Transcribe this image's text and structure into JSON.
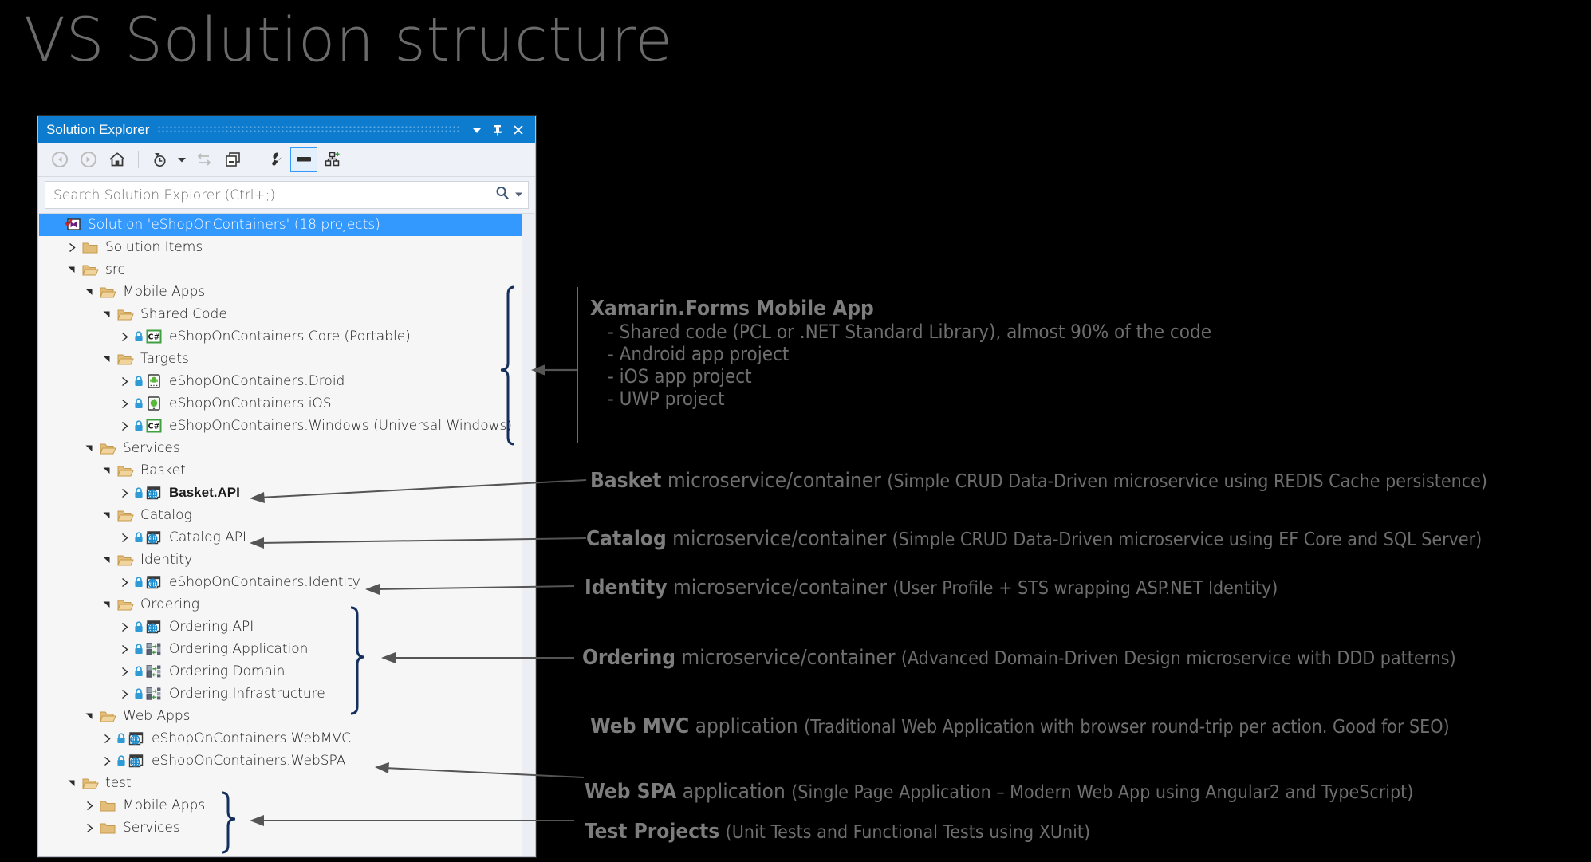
{
  "slide": {
    "title": "VS Solution structure"
  },
  "colors": {
    "titlebar": "#0d7bce",
    "selection": "#3399ff",
    "panel_bg": "#f6f6f7",
    "annotation_text": "#6e6e6e",
    "bracket": "#16305e",
    "arrow": "#555555",
    "folder": "#e3bd7a",
    "lock": "#2f9bd6",
    "csharp": "#3f9f41"
  },
  "window": {
    "title": "Solution Explorer",
    "title_buttons": [
      {
        "name": "dropdown",
        "glyph": "▾"
      },
      {
        "name": "pin",
        "glyph": "pin"
      },
      {
        "name": "close",
        "glyph": "✕"
      }
    ],
    "toolbar": [
      {
        "name": "back-button",
        "icon": "arrow-left-circle-icon",
        "enabled": false
      },
      {
        "name": "forward-button",
        "icon": "arrow-right-circle-icon",
        "enabled": false
      },
      {
        "name": "home-button",
        "icon": "home-icon",
        "enabled": true
      },
      {
        "name": "separator-1",
        "icon": "separator",
        "enabled": false
      },
      {
        "name": "pending-changes-button",
        "icon": "clock-filter-icon",
        "enabled": true
      },
      {
        "name": "pending-changes-dropdown",
        "icon": "chevron-down-icon",
        "enabled": true
      },
      {
        "name": "sync-with-active-document-button",
        "icon": "sync-arrows-icon",
        "enabled": false
      },
      {
        "name": "collapse-all-button",
        "icon": "collapse-all-icon",
        "enabled": true
      },
      {
        "name": "separator-2",
        "icon": "separator",
        "enabled": false
      },
      {
        "name": "properties-button",
        "icon": "wrench-icon",
        "enabled": true
      },
      {
        "name": "preview-selected-items-button",
        "icon": "preview-pane-icon",
        "enabled": true,
        "selected": true
      },
      {
        "name": "show-all-files-button",
        "icon": "show-all-files-icon",
        "enabled": true
      }
    ],
    "search": {
      "placeholder": "Search Solution Explorer (Ctrl+;)",
      "icon": "search-icon",
      "dropdown_icon": "chevron-down-icon"
    }
  },
  "tree": [
    {
      "depth": 0,
      "label": "Solution 'eShopOnContainers' (18 projects)",
      "icon": "visual-studio-solution-icon",
      "chev": "none",
      "selected": true,
      "lock": false,
      "bold": false
    },
    {
      "depth": 1,
      "label": "Solution Items",
      "icon": "folder-closed-icon",
      "chev": "collapsed",
      "lock": false,
      "bold": false
    },
    {
      "depth": 1,
      "label": "src",
      "icon": "folder-open-icon",
      "chev": "expanded",
      "lock": false,
      "bold": false
    },
    {
      "depth": 2,
      "label": "Mobile Apps",
      "icon": "folder-open-icon",
      "chev": "expanded",
      "lock": false,
      "bold": false
    },
    {
      "depth": 3,
      "label": "Shared Code",
      "icon": "folder-open-icon",
      "chev": "expanded",
      "lock": false,
      "bold": false
    },
    {
      "depth": 4,
      "label": "eShopOnContainers.Core (Portable)",
      "icon": "csharp-project-icon",
      "chev": "collapsed",
      "lock": true,
      "bold": false
    },
    {
      "depth": 3,
      "label": "Targets",
      "icon": "folder-open-icon",
      "chev": "expanded",
      "lock": false,
      "bold": false
    },
    {
      "depth": 4,
      "label": "eShopOnContainers.Droid",
      "icon": "android-project-icon",
      "chev": "collapsed",
      "lock": true,
      "bold": false
    },
    {
      "depth": 4,
      "label": "eShopOnContainers.iOS",
      "icon": "ios-project-icon",
      "chev": "collapsed",
      "lock": true,
      "bold": false
    },
    {
      "depth": 4,
      "label": "eShopOnContainers.Windows (Universal Windows)",
      "icon": "csharp-project-icon",
      "chev": "collapsed",
      "lock": true,
      "bold": false
    },
    {
      "depth": 2,
      "label": "Services",
      "icon": "folder-open-icon",
      "chev": "expanded",
      "lock": false,
      "bold": false
    },
    {
      "depth": 3,
      "label": "Basket",
      "icon": "folder-open-icon",
      "chev": "expanded",
      "lock": false,
      "bold": false
    },
    {
      "depth": 4,
      "label": "Basket.API",
      "icon": "web-project-icon",
      "chev": "collapsed",
      "lock": true,
      "bold": true
    },
    {
      "depth": 3,
      "label": "Catalog",
      "icon": "folder-open-icon",
      "chev": "expanded",
      "lock": false,
      "bold": false
    },
    {
      "depth": 4,
      "label": "Catalog.API",
      "icon": "web-project-icon",
      "chev": "collapsed",
      "lock": true,
      "bold": false
    },
    {
      "depth": 3,
      "label": "Identity",
      "icon": "folder-open-icon",
      "chev": "expanded",
      "lock": false,
      "bold": false
    },
    {
      "depth": 4,
      "label": "eShopOnContainers.Identity",
      "icon": "web-project-icon",
      "chev": "collapsed",
      "lock": true,
      "bold": false
    },
    {
      "depth": 3,
      "label": "Ordering",
      "icon": "folder-open-icon",
      "chev": "expanded",
      "lock": false,
      "bold": false
    },
    {
      "depth": 4,
      "label": "Ordering.API",
      "icon": "web-project-icon",
      "chev": "collapsed",
      "lock": true,
      "bold": false
    },
    {
      "depth": 4,
      "label": "Ordering.Application",
      "icon": "class-library-icon",
      "chev": "collapsed",
      "lock": true,
      "bold": false
    },
    {
      "depth": 4,
      "label": "Ordering.Domain",
      "icon": "class-library-icon",
      "chev": "collapsed",
      "lock": true,
      "bold": false
    },
    {
      "depth": 4,
      "label": "Ordering.Infrastructure",
      "icon": "class-library-icon",
      "chev": "collapsed",
      "lock": true,
      "bold": false
    },
    {
      "depth": 2,
      "label": "Web Apps",
      "icon": "folder-open-icon",
      "chev": "expanded",
      "lock": false,
      "bold": false
    },
    {
      "depth": 3,
      "label": "eShopOnContainers.WebMVC",
      "icon": "web-project-icon",
      "chev": "collapsed",
      "lock": true,
      "bold": false
    },
    {
      "depth": 3,
      "label": "eShopOnContainers.WebSPA",
      "icon": "web-project-icon",
      "chev": "collapsed",
      "lock": true,
      "bold": false
    },
    {
      "depth": 1,
      "label": "test",
      "icon": "folder-open-icon",
      "chev": "expanded",
      "lock": false,
      "bold": false
    },
    {
      "depth": 2,
      "label": "Mobile Apps",
      "icon": "folder-closed-icon",
      "chev": "collapsed",
      "lock": false,
      "bold": false
    },
    {
      "depth": 2,
      "label": "Services",
      "icon": "folder-closed-icon",
      "chev": "collapsed",
      "lock": false,
      "bold": false
    }
  ],
  "annotations": {
    "xamarin": {
      "title": "Xamarin.Forms Mobile App",
      "bullets": [
        "- Shared code (PCL or .NET Standard Library), almost 90% of the code",
        "- Android app project",
        "- iOS app project",
        "- UWP project"
      ]
    },
    "basket": {
      "bold": "Basket",
      "rest": " microservice/container ",
      "desc": "(Simple CRUD Data-Driven microservice using REDIS Cache persistence)"
    },
    "catalog": {
      "bold": "Catalog",
      "rest": " microservice/container ",
      "desc": "(Simple CRUD Data-Driven microservice using EF Core and SQL Server)"
    },
    "identity": {
      "bold": "Identity",
      "rest": " microservice/container ",
      "desc": "(User Profile + STS wrapping ASP.NET Identity)"
    },
    "ordering": {
      "bold": "Ordering",
      "rest": " microservice/container ",
      "desc": "(Advanced Domain-Driven Design microservice with DDD patterns)"
    },
    "webmvc": {
      "bold": "Web MVC",
      "rest": " application ",
      "desc": "(Traditional Web Application with browser round-trip per action. Good for SEO)"
    },
    "webspa": {
      "bold": "Web SPA",
      "rest": " application ",
      "desc": "(Single Page Application – Modern Web App using Angular2 and TypeScript)"
    },
    "tests": {
      "bold": "Test Projects",
      "rest": " ",
      "desc": "(Unit Tests and Functional Tests using XUnit)"
    }
  }
}
